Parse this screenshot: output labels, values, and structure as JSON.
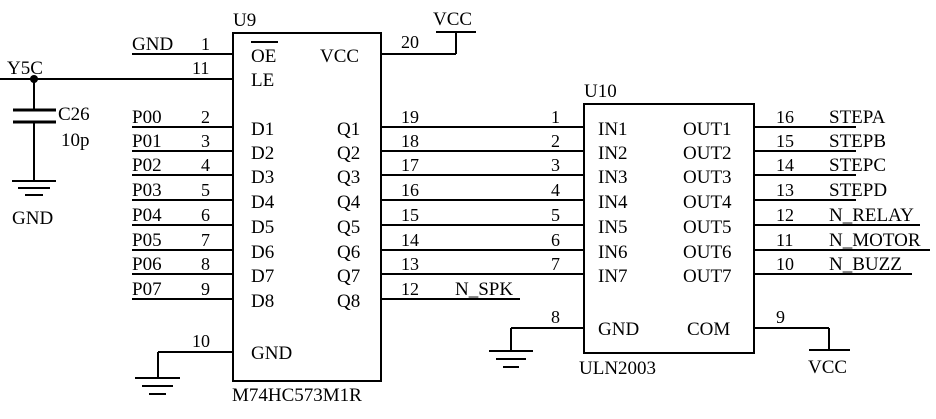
{
  "u9": {
    "ref": "U9",
    "part": "M74HC573M1R",
    "oe_label": "OE",
    "le_label": "LE",
    "vcc_label": "VCC",
    "gnd_label": "GND",
    "oe_pin": "1",
    "le_pin": "11",
    "vcc_pin": "20",
    "gnd_pin": "10",
    "d_labels": [
      "D1",
      "D2",
      "D3",
      "D4",
      "D5",
      "D6",
      "D7",
      "D8"
    ],
    "d_pins": [
      "2",
      "3",
      "4",
      "5",
      "6",
      "7",
      "8",
      "9"
    ],
    "q_labels": [
      "Q1",
      "Q2",
      "Q3",
      "Q4",
      "Q5",
      "Q6",
      "Q7",
      "Q8"
    ],
    "q_pins": [
      "19",
      "18",
      "17",
      "16",
      "15",
      "14",
      "13",
      "12"
    ]
  },
  "u10": {
    "ref": "U10",
    "part": "ULN2003",
    "in_labels": [
      "IN1",
      "IN2",
      "IN3",
      "IN4",
      "IN5",
      "IN6",
      "IN7"
    ],
    "in_pins": [
      "1",
      "2",
      "3",
      "4",
      "5",
      "6",
      "7"
    ],
    "out_labels": [
      "OUT1",
      "OUT2",
      "OUT3",
      "OUT4",
      "OUT5",
      "OUT6",
      "OUT7"
    ],
    "out_pins": [
      "16",
      "15",
      "14",
      "13",
      "12",
      "11",
      "10"
    ],
    "gnd_label": "GND",
    "gnd_pin": "8",
    "com_label": "COM",
    "com_pin": "9"
  },
  "nets": {
    "gnd": "GND",
    "vcc": "VCC",
    "y5c": "Y5C",
    "ports": [
      "P00",
      "P01",
      "P02",
      "P03",
      "P04",
      "P05",
      "P06",
      "P07"
    ],
    "n_spk": "N_SPK",
    "outputs": [
      "STEPA",
      "STEPB",
      "STEPC",
      "STEPD",
      "N_RELAY",
      "N_MOTOR",
      "N_BUZZ"
    ]
  },
  "c26": {
    "ref": "C26",
    "value": "10p"
  }
}
